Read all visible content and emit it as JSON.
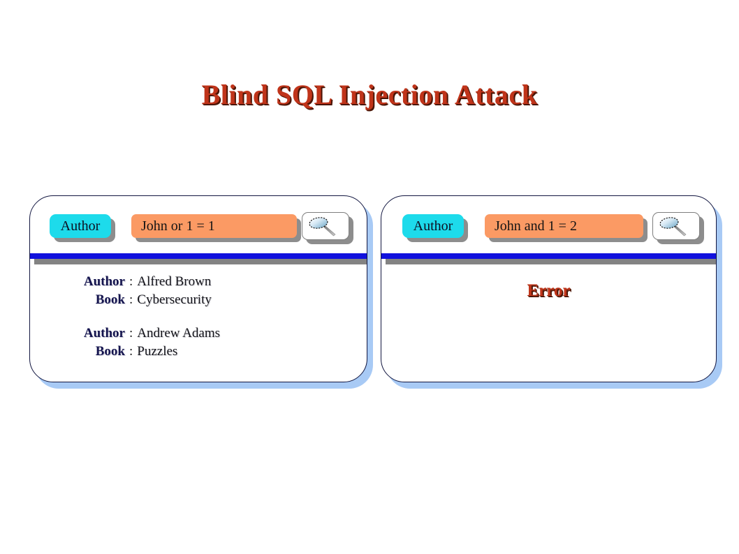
{
  "slide": {
    "title": "Blind SQL Injection Attack",
    "title_color": "#C0341A",
    "background": "#ffffff"
  },
  "theme": {
    "panel_border": "#121640",
    "panel_shadow": "#a8caf5",
    "separator_blue": "#1111dd",
    "separator_shadow": "#838383",
    "chip_cyan": "#1ddbeb",
    "query_orange": "#fb9a64",
    "control_shadow": "#8d8d8d",
    "label_navy": "#14144e",
    "error_red": "#C0341A"
  },
  "panels": [
    {
      "id": "left",
      "name": "successful-injection-panel",
      "toolbar": {
        "field_label": "Author",
        "query_value": "John or 1  =  1",
        "query_placeholder": "Author",
        "search_icon": "magnifying-glass-icon",
        "search_label": ""
      },
      "results": [
        {
          "rows": [
            {
              "key": "Author",
              "sep": ":",
              "value": "Alfred Brown"
            },
            {
              "key": "Book",
              "sep": ":",
              "value": "Cybersecurity"
            }
          ]
        },
        {
          "rows": [
            {
              "key": "Author",
              "sep": ":",
              "value": "Andrew Adams"
            },
            {
              "key": "Book",
              "sep": ":",
              "value": "Puzzles"
            }
          ]
        }
      ],
      "error": null
    },
    {
      "id": "right",
      "name": "failed-injection-panel",
      "toolbar": {
        "field_label": "Author",
        "query_value": "John and 1  =  2",
        "query_placeholder": "Author",
        "search_icon": "magnifying-glass-icon",
        "search_label": ""
      },
      "results": [],
      "error": "Error"
    }
  ]
}
